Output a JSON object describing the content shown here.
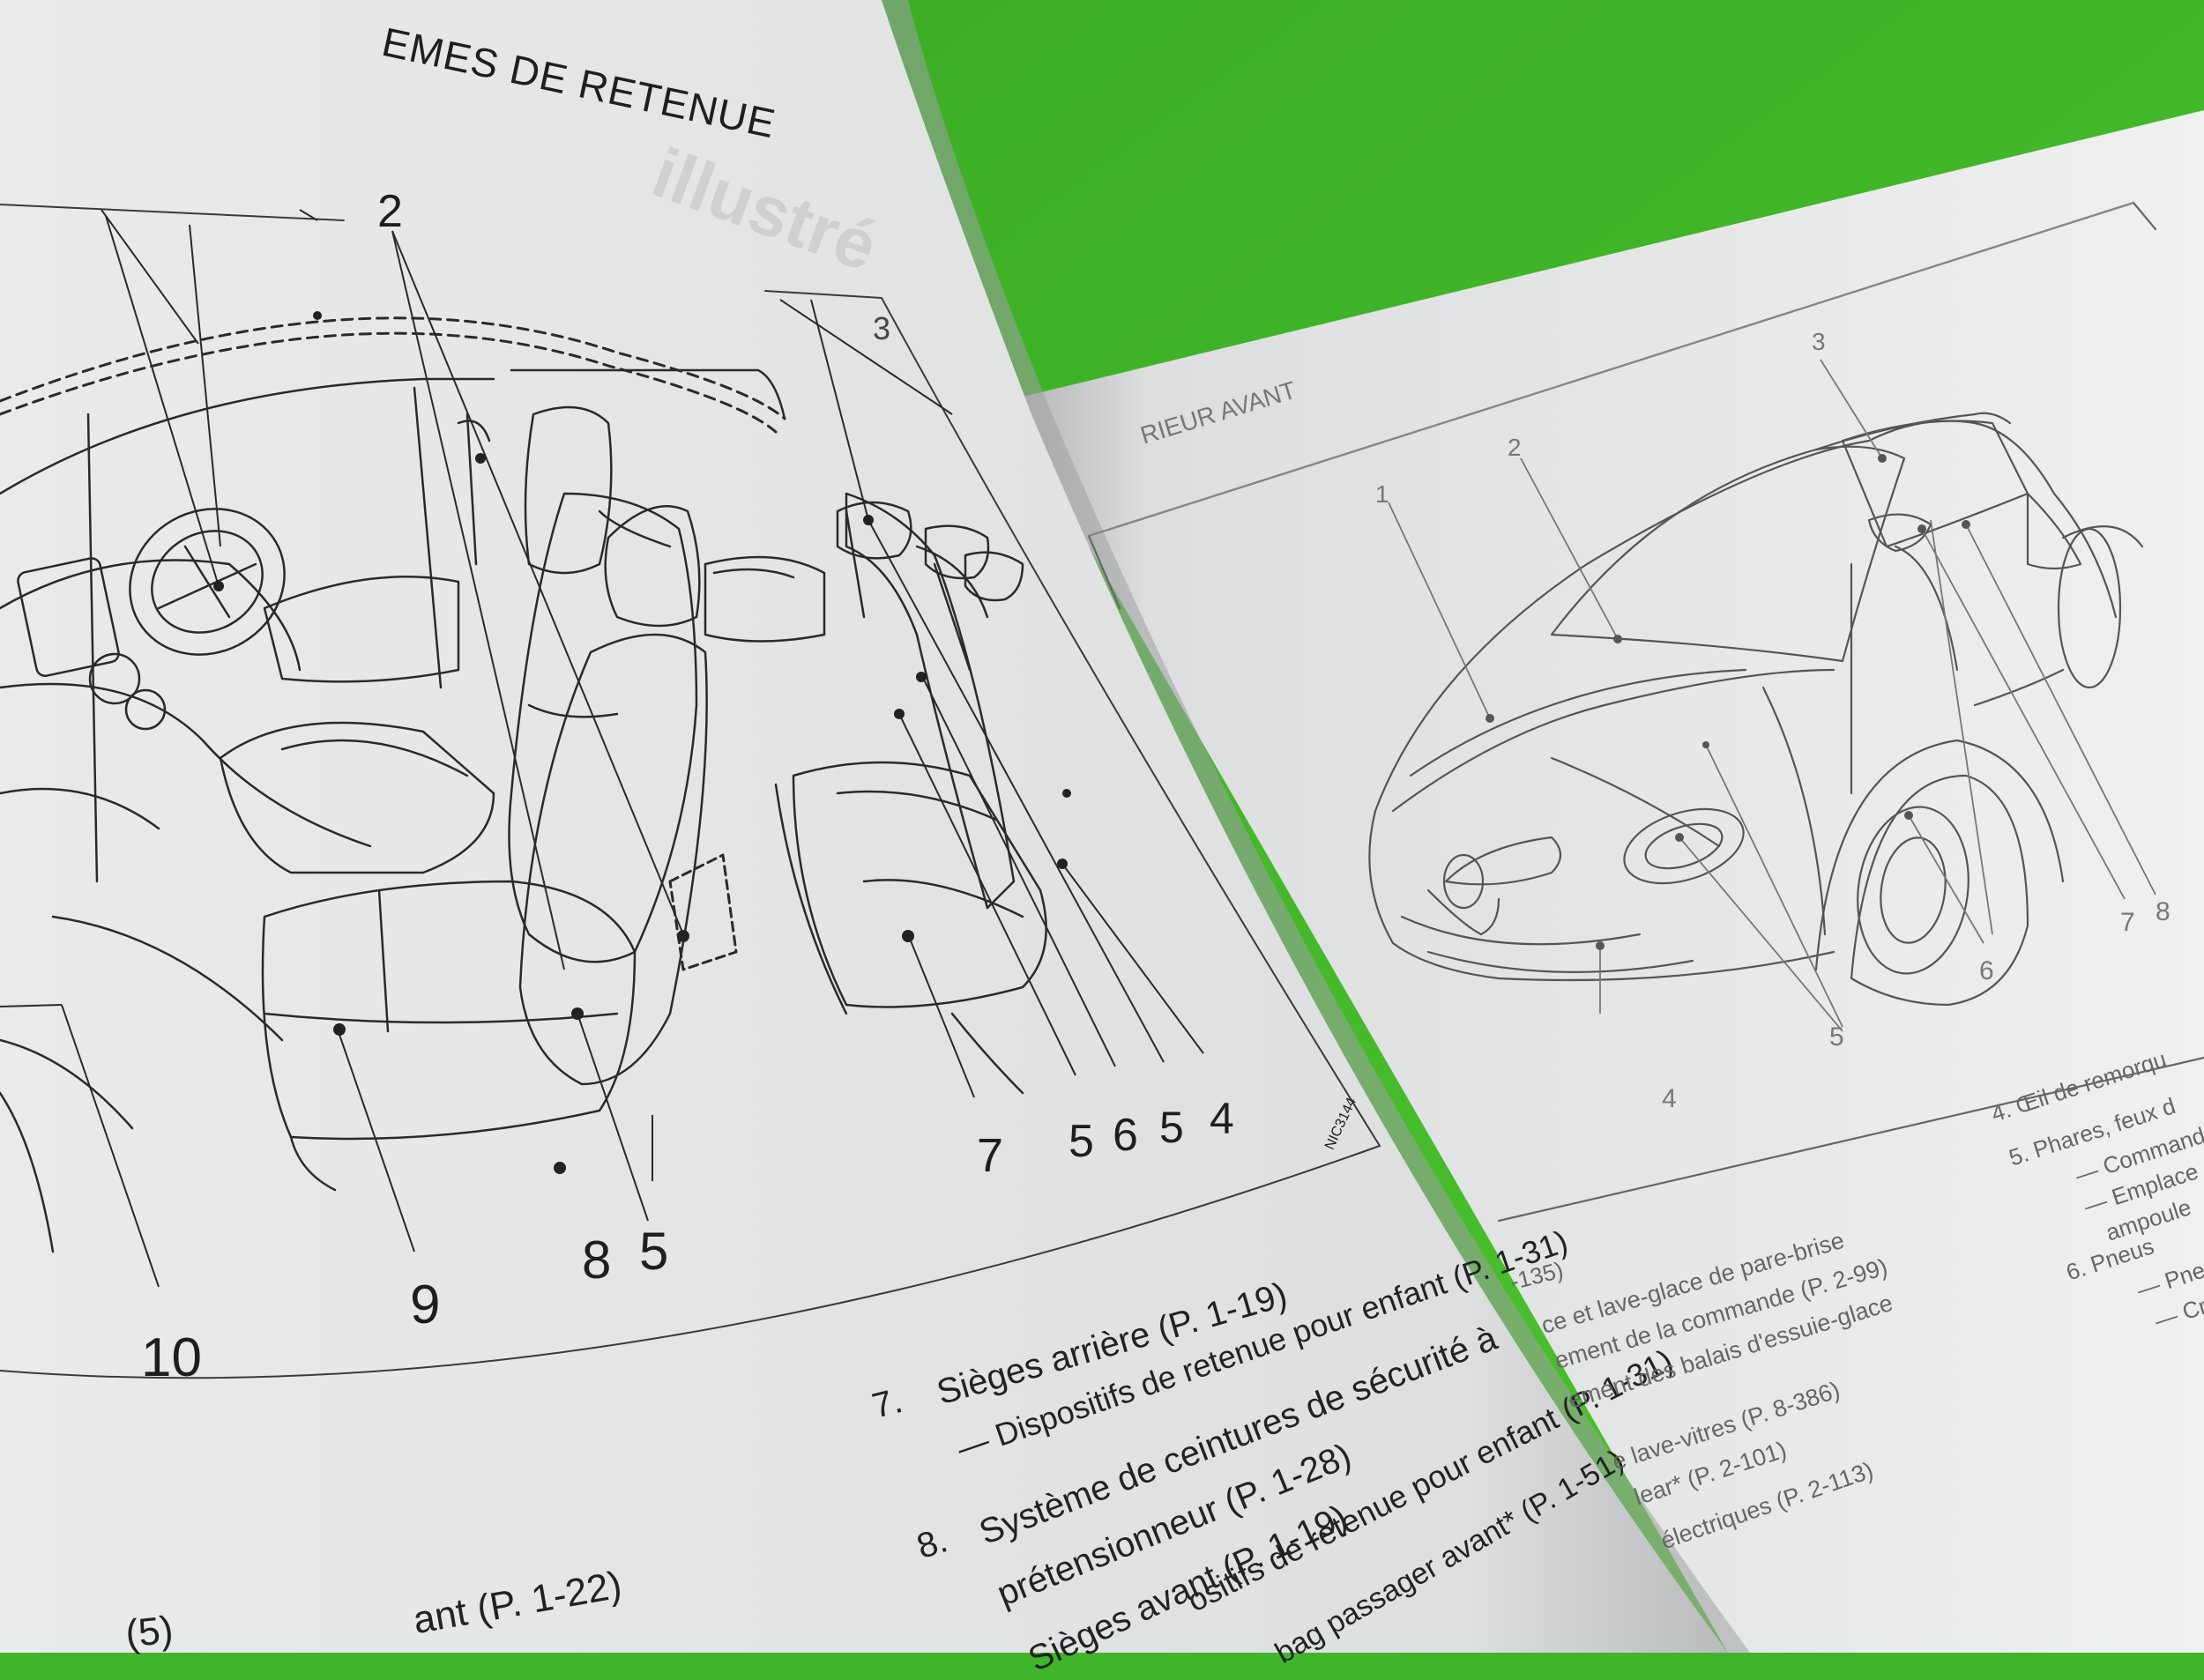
{
  "left_page": {
    "header": "EMES DE RETENUE",
    "header_ghost": "illustré",
    "figure_code": "NIC3144",
    "callouts": [
      "2",
      "3",
      "10",
      "9",
      "8",
      "5",
      "7",
      "5",
      "6",
      "5",
      "4"
    ],
    "captions": [
      {
        "num": "7.",
        "lines": [
          "Sièges arrière (P. 1-19)",
          "— Dispositifs de retenue pour enfant (P. 1-31)"
        ]
      },
      {
        "num": "",
        "lines": [
          "Système de ceintures de sécurité à"
        ]
      },
      {
        "num": "8.",
        "lines": [
          "prétensionneur (P. 1-28)"
        ]
      },
      {
        "num": "",
        "lines": [
          "Sièges avant (P. 1-19)",
          "ositifs de retenue pour enfant (P. 1-31)",
          "bag passager avant* (P. 1-51)"
        ]
      },
      {
        "num": "",
        "lines": [
          "ant (P. 1-22)",
          "(5)"
        ]
      }
    ]
  },
  "right_page": {
    "header": "RIEUR AVANT",
    "callouts": [
      "1",
      "2",
      "3",
      "4",
      "5",
      "6",
      "7",
      "8"
    ],
    "captions_left": [
      "-135)",
      "ce et lave-glace de pare-brise",
      "ement de la commande (P. 2-99)",
      "ement des balais d'essuie-glace",
      "e lave-vitres (P. 8-386)",
      "lear* (P. 2-101)",
      "électriques (P. 2-113)"
    ],
    "captions_right": [
      "4.  Œil de remorqu",
      "5.  Phares, feux d",
      "— Command",
      "— Emplace",
      "ampoule",
      "6.  Pneus",
      "— Pne",
      "— Cr"
    ]
  }
}
